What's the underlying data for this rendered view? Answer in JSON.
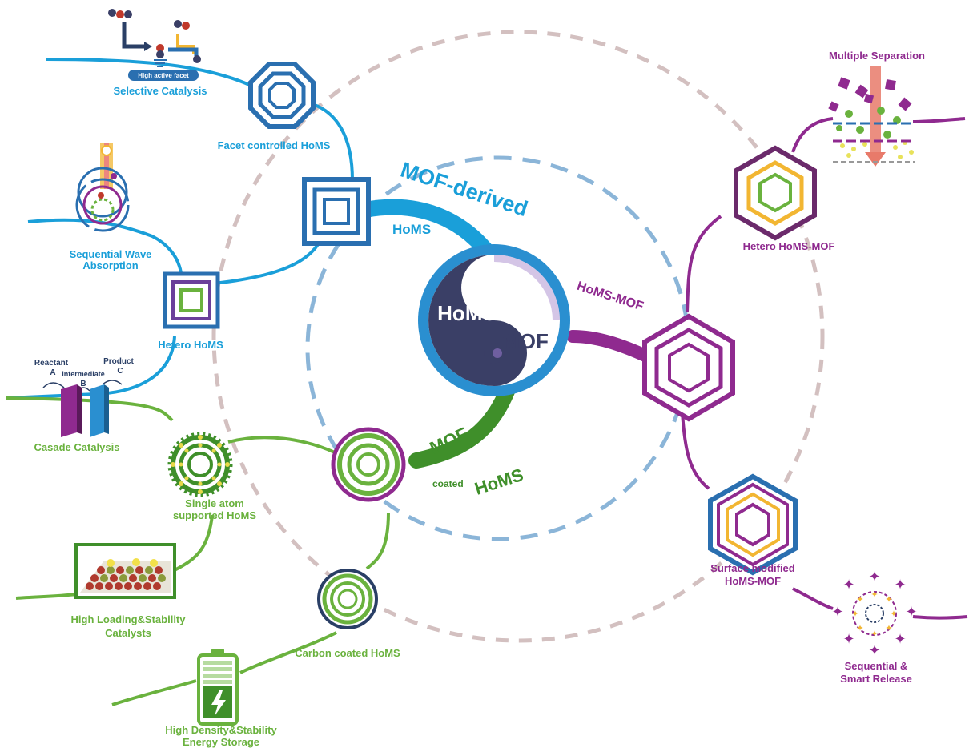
{
  "center": {
    "left_text": "HoMS",
    "right_text": "MOF"
  },
  "branches": {
    "mof_derived": {
      "line1": "MOF-derived",
      "line2": "HoMS"
    },
    "homs_mof": {
      "label": "HoMS-MOF"
    },
    "mof_coated": {
      "line1": "MOF",
      "line2a": "coated",
      "line2b": "HoMS"
    }
  },
  "nodes": {
    "facet_controlled": "Facet controlled HoMS",
    "hetero_homs": "Hetero  HoMS",
    "single_atom": [
      "Single atom",
      "supported HoMS"
    ],
    "carbon_coated": "Carbon coated HoMS",
    "hetero_homs_mof": "Hetero HoMS-MOF",
    "surface_modified": [
      "Surface modified",
      "HoMS-MOF"
    ]
  },
  "applications": {
    "selective_catalysis": {
      "label": "Selective Catalysis",
      "badge": "High active facet"
    },
    "sequential_wave": [
      "Sequential Wave",
      "Absorption"
    ],
    "cascade": {
      "label": "Casade Catalysis",
      "reactant": "Reactant",
      "product": "Product",
      "intermediate": "Intermediate",
      "a": "A",
      "b": "B",
      "c": "C"
    },
    "high_loading": [
      "High Loading&Stability",
      "Catalysts"
    ],
    "high_density": [
      "High Density&Stability",
      "Energy Storage"
    ],
    "multiple_separation": "Multiple Separation",
    "sequential_release": [
      "Sequential &",
      "Smart Release"
    ]
  },
  "colors": {
    "blue": "#1a9fd9",
    "dark_blue": "#2a6fb0",
    "green": "#6ab23e",
    "dark_green": "#3f8f2a",
    "purple": "#8f2a8f",
    "navy": "#3a3f66",
    "dashed_pink": "#d3c0c0",
    "dashed_blue": "#8bb5d8",
    "yellow": "#f2b632"
  }
}
